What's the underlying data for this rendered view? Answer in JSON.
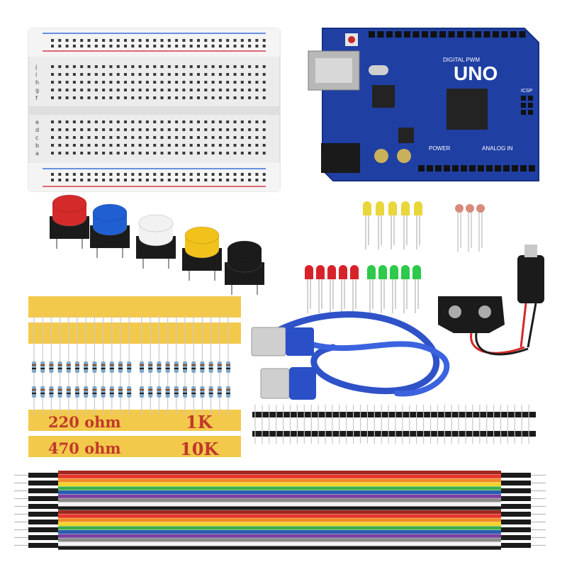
{
  "board": {
    "logo": "UNO",
    "brand": "DIGITAL PWM",
    "sections": [
      "POWER",
      "ANALOG IN",
      "ICSP"
    ],
    "colors": {
      "pcb": "#1f3fa3",
      "pcb_dark": "#16307f",
      "silk": "#ffffff"
    }
  },
  "breadboard": {
    "row_letters_top": [
      "j",
      "i",
      "h",
      "g",
      "f"
    ],
    "row_letters_bottom": [
      "e",
      "d",
      "c",
      "b",
      "a"
    ],
    "rail_colors": {
      "positive": "#d93a4a",
      "negative": "#3a6fd9"
    }
  },
  "buttons": {
    "caps": [
      "#d42a2a",
      "#1f5fd1",
      "#f2f2f2",
      "#f1c21b",
      "#1b1b1b"
    ]
  },
  "leds": {
    "yellow_count": 5,
    "red_count": 5,
    "green_count": 5,
    "colors": {
      "yellow": "#e9d63a",
      "red": "#d8222a",
      "green": "#2cc94a"
    }
  },
  "resistor_labels": {
    "r220": "220 ohm",
    "r470": "470 ohm",
    "r1k": "1K",
    "r10k": "10K",
    "tape_color": "#f3c94b"
  },
  "jumper_wires": {
    "colors": [
      "#a0281e",
      "#e5352b",
      "#f08a24",
      "#f3d32a",
      "#3fae49",
      "#2a5db0",
      "#7b3fa0",
      "#8a8a8a",
      "#f4f4f4",
      "#1a1a1a"
    ]
  },
  "icons": [
    "arduino-board-icon",
    "breadboard-icon",
    "usb-cable-icon",
    "battery-clip-icon",
    "dc-jack-icon",
    "photoresistor-icon",
    "pin-header-icon"
  ]
}
